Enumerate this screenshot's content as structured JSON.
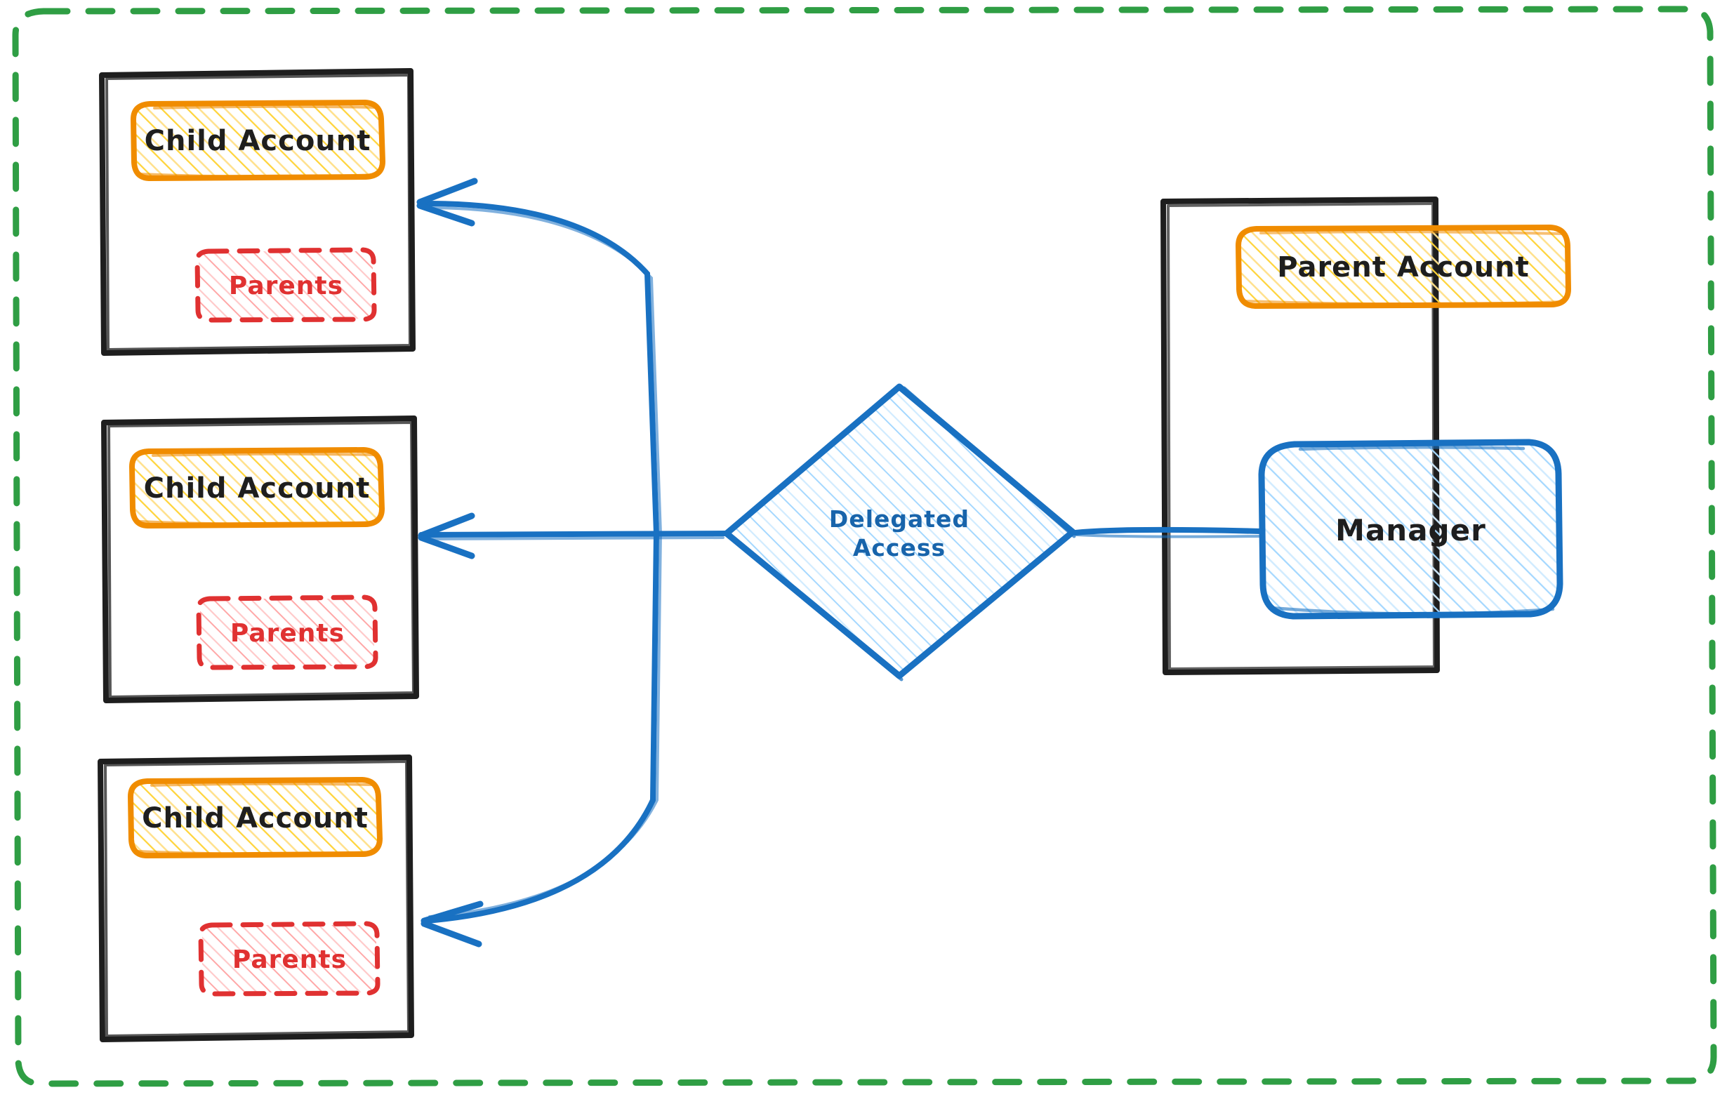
{
  "diagram": {
    "title": "Delegated Access Account Topology",
    "style": "hand-drawn",
    "background": "#ffffff",
    "colors": {
      "outer_border": "#2f9e44",
      "container_border": "#1e1e1e",
      "account_border": "#f08c00",
      "account_fill": "#ffd43b",
      "parents_border": "#e03131",
      "parents_fill": "#ffa8a8",
      "blue_stroke": "#1971c2",
      "blue_fill": "#a5d8ff",
      "blue_text": "#1864ab",
      "text": "#1e1e1e"
    }
  },
  "outer_group": {
    "name": "organization-boundary",
    "border_style": "dashed",
    "color": "#2f9e44"
  },
  "child_containers": [
    {
      "id": "child-container-1",
      "account": {
        "label": "Child Account"
      },
      "parents": {
        "label": "Parents"
      }
    },
    {
      "id": "child-container-2",
      "account": {
        "label": "Child Account"
      },
      "parents": {
        "label": "Parents"
      }
    },
    {
      "id": "child-container-3",
      "account": {
        "label": "Child Account"
      },
      "parents": {
        "label": "Parents"
      }
    }
  ],
  "parent_container": {
    "id": "parent-container",
    "account": {
      "label": "Parent Account"
    },
    "manager": {
      "label": "Manager"
    }
  },
  "decision": {
    "id": "delegated-access-diamond",
    "label": "Delegated\nAccess",
    "line1": "Delegated",
    "line2": "Access"
  },
  "connectors": [
    {
      "id": "manager-to-delegated",
      "from": "Manager",
      "to": "Delegated Access",
      "arrow": false
    },
    {
      "id": "delegated-to-child-1",
      "from": "Delegated Access",
      "to": "Child Account 1",
      "arrow": true
    },
    {
      "id": "delegated-to-child-2",
      "from": "Delegated Access",
      "to": "Child Account 2",
      "arrow": true
    },
    {
      "id": "delegated-to-child-3",
      "from": "Delegated Access",
      "to": "Child Account 3",
      "arrow": true
    }
  ]
}
